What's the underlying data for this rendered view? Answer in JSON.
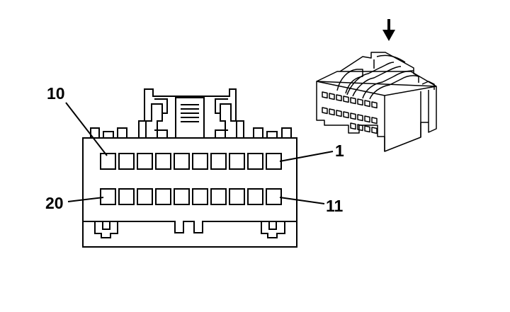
{
  "connector": {
    "pin_labels": {
      "top_left": "10",
      "top_right": "1",
      "bottom_left": "20",
      "bottom_right": "11"
    },
    "rows": 2,
    "pins_per_row": 10,
    "colors": {
      "stroke": "#000000",
      "background": "#ffffff"
    }
  },
  "indicator": {
    "icon": "arrow-down-icon"
  }
}
